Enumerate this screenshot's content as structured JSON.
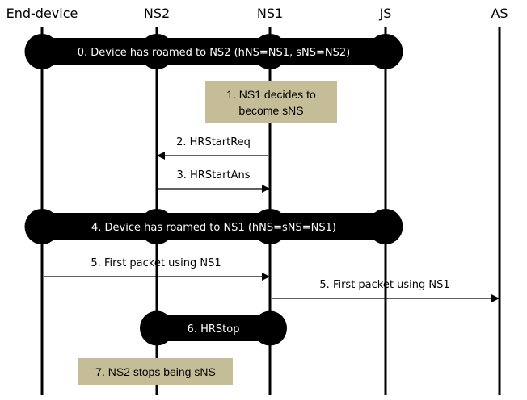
{
  "diagram": {
    "type": "sequence",
    "actors": [
      {
        "id": "ed",
        "label": "End-device"
      },
      {
        "id": "ns2",
        "label": "NS2"
      },
      {
        "id": "ns1",
        "label": "NS1"
      },
      {
        "id": "js",
        "label": "JS"
      },
      {
        "id": "as",
        "label": "AS"
      }
    ],
    "steps": [
      {
        "kind": "bar",
        "from": "ed",
        "to": "js",
        "label": "0. Device has roamed to NS2 (hNS=NS1, sNS=NS2)"
      },
      {
        "kind": "note",
        "at": "ns1",
        "lines": [
          "1. NS1 decides to",
          "become sNS"
        ]
      },
      {
        "kind": "arrow",
        "from": "ns1",
        "to": "ns2",
        "label": "2. HRStartReq"
      },
      {
        "kind": "arrow",
        "from": "ns2",
        "to": "ns1",
        "label": "3. HRStartAns"
      },
      {
        "kind": "bar",
        "from": "ed",
        "to": "js",
        "label": "4. Device has roamed to NS1 (hNS=sNS=NS1)"
      },
      {
        "kind": "arrow",
        "from": "ed",
        "to": "ns1",
        "label": "5. First packet using NS1"
      },
      {
        "kind": "arrow",
        "from": "ns1",
        "to": "as",
        "label": "5. First packet using NS1"
      },
      {
        "kind": "bar",
        "from": "ns2",
        "to": "ns1",
        "label": "6. HRStop"
      },
      {
        "kind": "note",
        "at": "ns2",
        "lines": [
          "7. NS2 stops being sNS"
        ]
      }
    ],
    "colors": {
      "line": "#000000",
      "bar": "#000000",
      "bar_text": "#ffffff",
      "note_fill": "#c4bd97"
    }
  }
}
